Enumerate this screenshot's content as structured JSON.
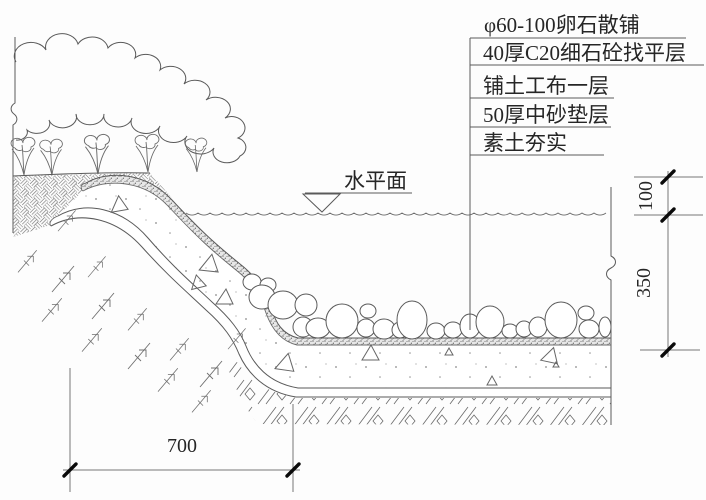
{
  "drawing": {
    "callouts": {
      "items": [
        "φ60-100卵石散铺",
        "40厚C20细石砼找平层",
        "铺土工布一层",
        "50厚中砂垫层",
        "素土夯实"
      ]
    },
    "water_level_label": "水平面",
    "dimensions": {
      "ground_to_water": "100",
      "water_to_bed": "350",
      "bed_width": "700"
    },
    "colors": {
      "line": "#5a5a5a",
      "text": "#262626",
      "tick": "#0a0a0a",
      "paper": "#fdfdfd"
    }
  }
}
